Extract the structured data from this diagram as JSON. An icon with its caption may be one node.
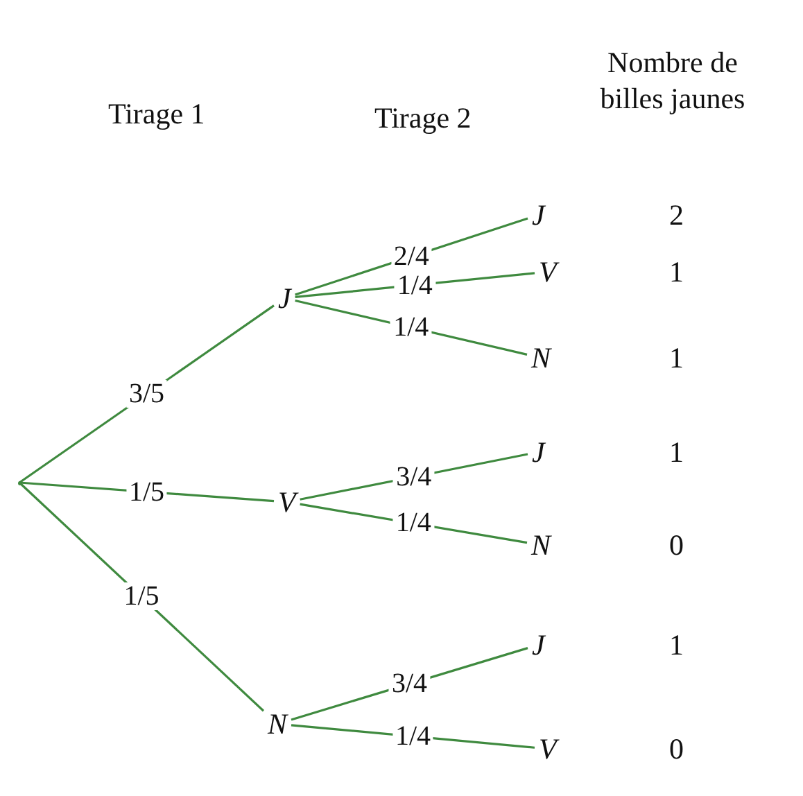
{
  "diagram": {
    "nodes": [
      {
        "text": [],
        "shape": "point"
      },
      {
        "text": [
          "J"
        ]
      },
      {
        "text": [
          "V"
        ]
      },
      {
        "text": [
          "N"
        ]
      },
      {
        "text": [
          "J"
        ]
      },
      {
        "text": [
          "V"
        ]
      },
      {
        "text": [
          "N"
        ]
      },
      {
        "text": [
          "J"
        ]
      },
      {
        "text": [
          "N"
        ]
      },
      {
        "text": [
          "J"
        ]
      },
      {
        "text": [
          "V"
        ]
      }
    ],
    "edges": [
      {
        "from": 0,
        "to": 1,
        "arrow": "none",
        "label": "3/5"
      },
      {
        "from": 0,
        "to": 2,
        "arrow": "none",
        "label": "1/5"
      },
      {
        "from": 0,
        "to": 3,
        "arrow": "none",
        "label": "1/5"
      },
      {
        "from": 1,
        "to": 4,
        "arrow": "none",
        "label": "2/4"
      },
      {
        "from": 1,
        "to": 5,
        "arrow": "none",
        "label": "1/4"
      },
      {
        "from": 1,
        "to": 6,
        "arrow": "none",
        "label": "1/4"
      },
      {
        "from": 2,
        "to": 7,
        "arrow": "none",
        "label": "3/4"
      },
      {
        "from": 2,
        "to": 8,
        "arrow": "none",
        "label": "1/4"
      },
      {
        "from": 3,
        "to": 9,
        "arrow": "none",
        "label": "3/4"
      },
      {
        "from": 3,
        "to": 10,
        "arrow": "none",
        "label": "1/4"
      }
    ],
    "labels": [
      "Tirage 1",
      "Tirage 2",
      "Nombre de billes jaunes",
      "2",
      "1",
      "1",
      "1",
      "0",
      "1",
      "0"
    ]
  }
}
